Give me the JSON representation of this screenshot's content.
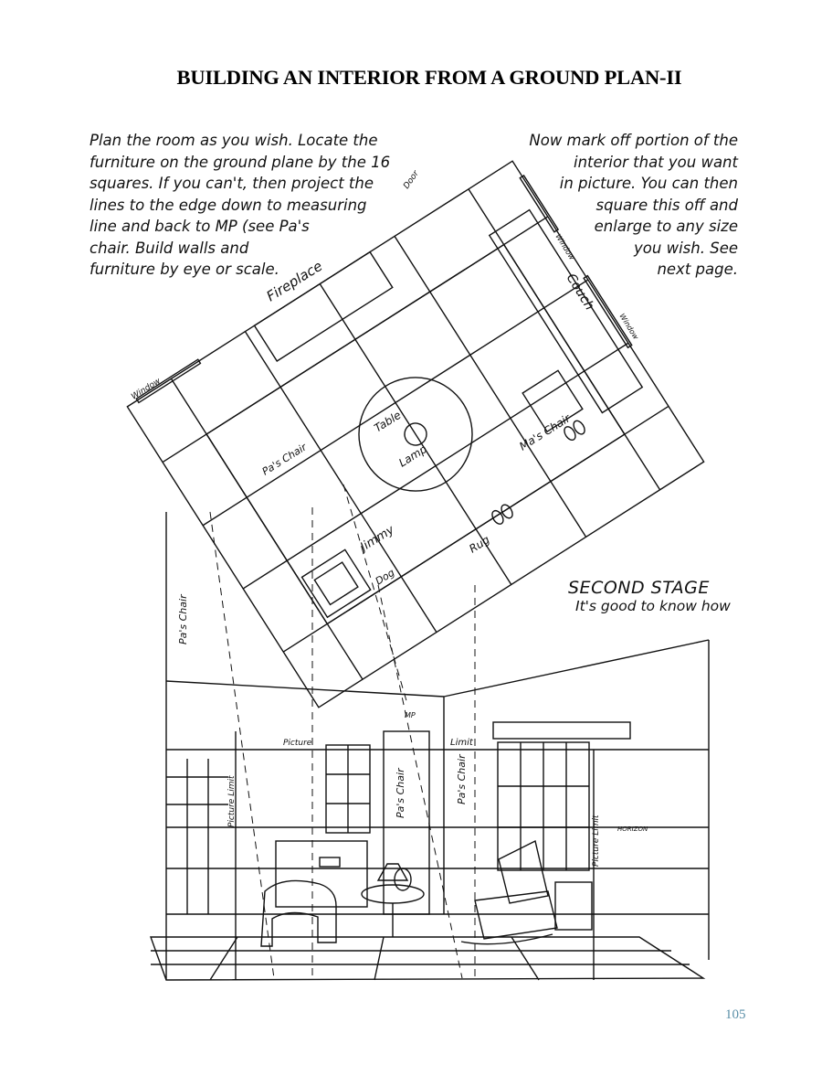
{
  "title": "BUILDING AN INTERIOR FROM A GROUND PLAN-II",
  "note_left": [
    "Plan the room as you wish. Locate the",
    "furniture on the ground plane by the 16",
    "squares. If you can't, then project the",
    "lines to the edge down to measuring",
    "line and back to MP (see Pa's",
    "chair. Build walls and",
    "furniture by eye or scale."
  ],
  "note_right": [
    "Now mark off portion of the",
    "interior that you want",
    "in picture. You can then",
    "square this off and",
    "enlarge to any size",
    "you wish. See",
    "next page."
  ],
  "stage": {
    "heading": "SECOND STAGE",
    "subheading": "It's good to know how"
  },
  "plan_labels": {
    "door": "Door",
    "fireplace": "Fireplace",
    "window_left": "Window",
    "window_top": "Window",
    "window_right": "Window",
    "couch": "Couch",
    "table": "Table",
    "lamp": "Lamp",
    "mas_chair": "Ma's Chair",
    "pas_chair": "Pa's Chair",
    "jimmy": "Jimmy",
    "dog": "Dog",
    "rug": "Rug"
  },
  "perspective_labels": {
    "mp": "MP",
    "picture": "Picture",
    "limit": "Limit",
    "picture_limit_left": "Picture Limit",
    "picture_limit_right": "Picture Limit",
    "pas_chair_left": "Pa's Chair",
    "pas_chair_center": "Pa's Chair",
    "pas_chair_right": "Pa's Chair",
    "horizon": "HORIZON"
  },
  "page_number": "105"
}
